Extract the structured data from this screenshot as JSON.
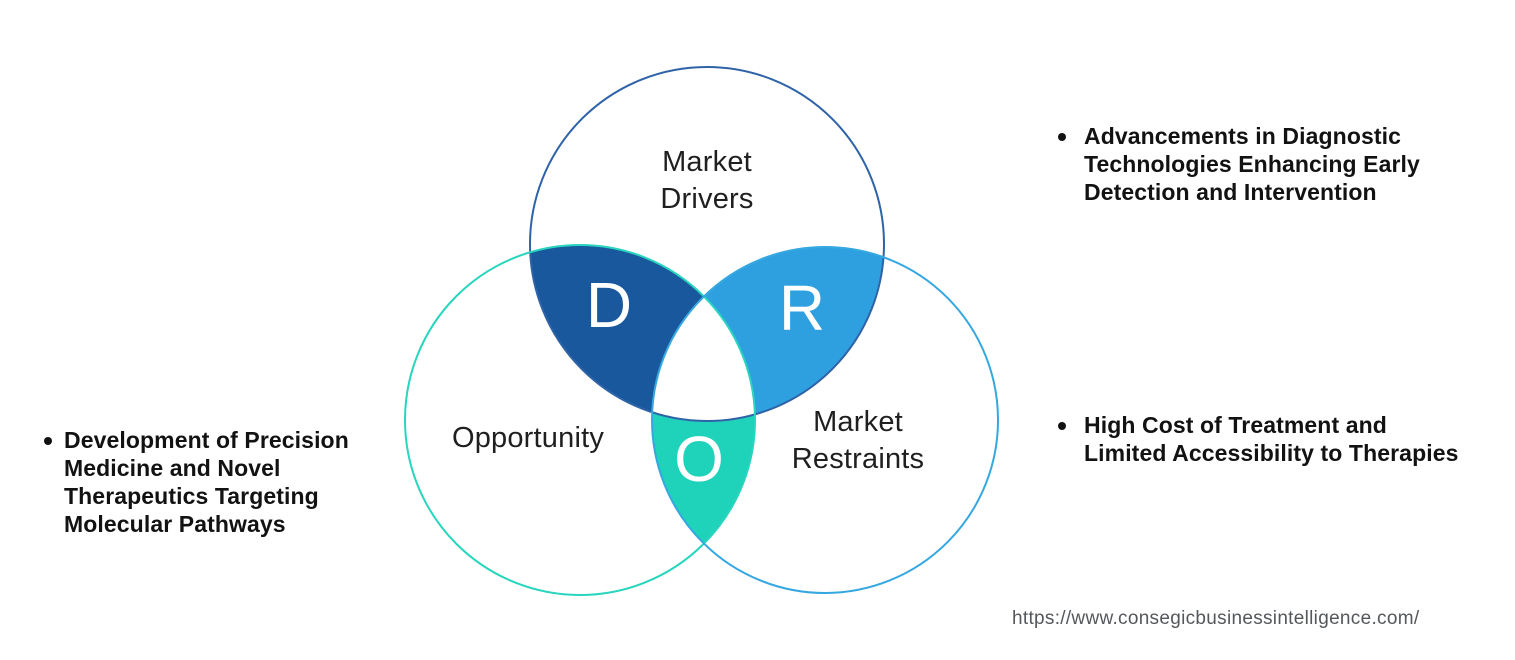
{
  "page": {
    "background_color": "#ffffff"
  },
  "venn": {
    "drivers": {
      "label": "Market Drivers",
      "letter": "D",
      "outline_color": "#2f63a7",
      "overlap_fill": "#1a589e"
    },
    "restraints": {
      "label": "Market Restraints",
      "letter": "R",
      "outline_color": "#35a7e1",
      "overlap_fill": "#2ea0e0"
    },
    "opportunity": {
      "label": "Opportunity",
      "letter": "O",
      "outline_color": "#28d5bd",
      "overlap_fill": "#1fd3ba"
    },
    "center_overlap_fill": "#ffffff"
  },
  "bullets": {
    "opportunity_note": {
      "text": "Development of Precision Medicine and Novel Therapeutics Targeting Molecular Pathways",
      "lines": [
        "Development of Precision",
        "Medicine and Novel",
        "Therapeutics Targeting",
        "Molecular Pathways"
      ]
    },
    "driver_note": {
      "text": "Advancements in Diagnostic Technologies Enhancing Early Detection and Intervention",
      "lines": [
        "Advancements in Diagnostic",
        "Technologies Enhancing Early",
        "Detection and Intervention"
      ]
    },
    "restraint_note": {
      "text": "High Cost of Treatment and Limited Accessibility to Therapies",
      "lines": [
        "High Cost of Treatment and",
        "Limited Accessibility to Therapies"
      ]
    }
  },
  "footer": {
    "url": "https://www.consegicbusinessintelligence.com/"
  }
}
